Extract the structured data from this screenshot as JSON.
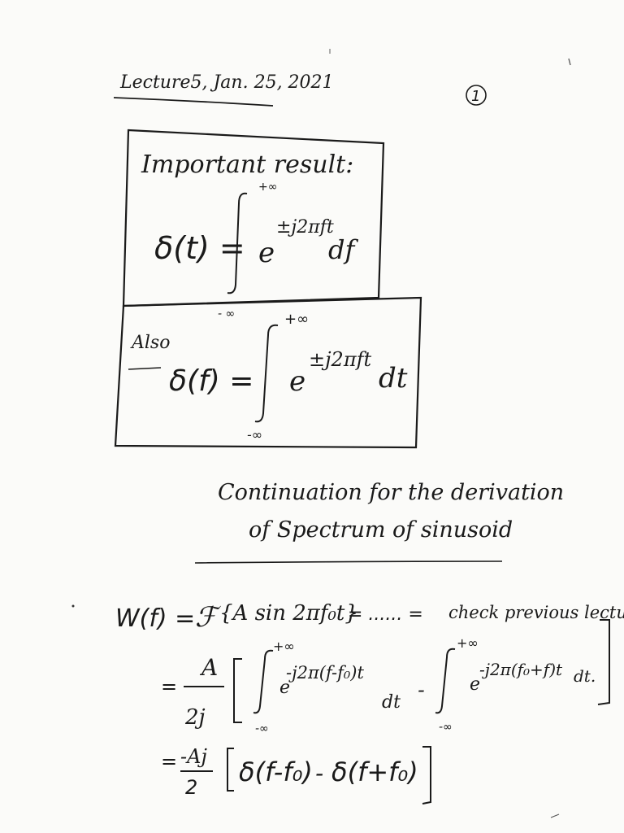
{
  "header": {
    "title": "Lecture5, Jan. 25, 2021",
    "page_number": "1"
  },
  "box1": {
    "heading": "Important result:",
    "lhs": "δ(t) =",
    "upper": "+∞",
    "lower": "- ∞",
    "base": "e",
    "exponent": "±j2πft",
    "diff": "df"
  },
  "box2": {
    "label": "Also",
    "lhs": "δ(f) =",
    "upper": "+∞",
    "lower": "-∞",
    "base": "e",
    "exponent": "±j2πft",
    "diff": "dt"
  },
  "subtitle": {
    "line1": "Continuation for the derivation",
    "line2": "of Spectrum of sinusoid"
  },
  "derivation": {
    "line1_lhs": "W(f) =",
    "line1_F": "ℱ",
    "line1_arg": "{A sin 2πf₀t}",
    "line1_dots": "= ...... =",
    "line1_note": "check previous lecture",
    "line2_eq": "=",
    "line2_num": "A",
    "line2_den": "2j",
    "int1_upper": "+∞",
    "int1_lower": "-∞",
    "int1_base": "e",
    "int1_exp": "-j2π(f-f₀)t",
    "int1_diff": "dt",
    "minus": "-",
    "int2_upper": "+∞",
    "int2_lower": "-∞",
    "int2_base": "e",
    "int2_exp": "-j2π(f₀+f)t",
    "int2_diff": "dt.",
    "line3_eq": "=",
    "line3_num": "-Aj",
    "line3_den": "2",
    "delta1": "δ(f-f₀)",
    "delta_minus": "-",
    "delta2": "δ(f+f₀)"
  }
}
